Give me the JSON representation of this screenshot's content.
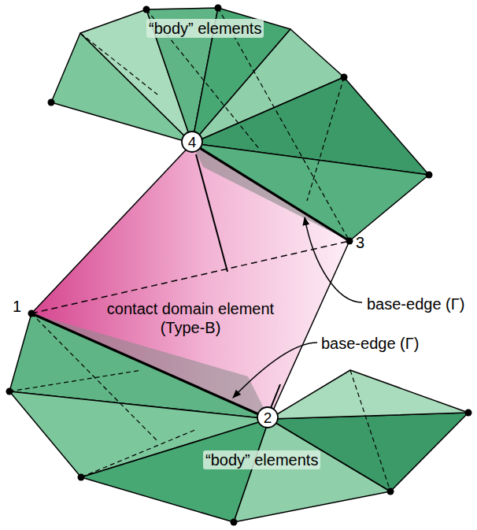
{
  "diagram": {
    "nodes": [
      {
        "text": [
          "4"
        ]
      },
      {
        "text": [
          "2"
        ]
      }
    ],
    "labels": [
      "“body” elements",
      "1",
      "3",
      "contact domain element (Type-B)",
      "base-edge (Γ)",
      "base-edge (Γ)",
      "“body” elements"
    ]
  }
}
